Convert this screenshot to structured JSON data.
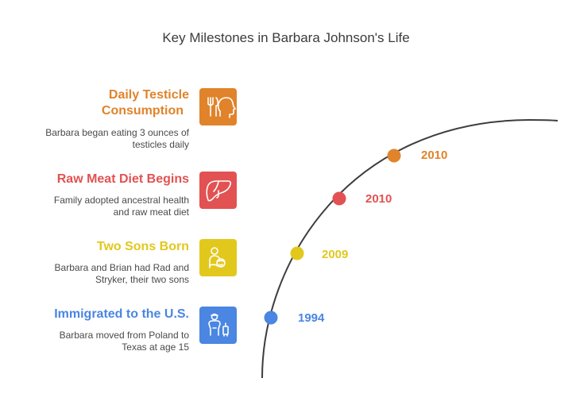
{
  "title": "Key Milestones in Barbara Johnson's Life",
  "colors": {
    "orange": "#e0832a",
    "red": "#e25252",
    "yellow": "#e2c81c",
    "blue": "#4a86e2",
    "arc": "#3d3d3d",
    "text": "#4a4a4a"
  },
  "milestones": [
    {
      "heading": "Daily Testicle Consumption",
      "heading_lines": [
        "Daily Testicle",
        "Consumption"
      ],
      "description_lines": [
        "Barbara began eating 3 ounces of",
        "testicles daily"
      ],
      "year": "2010",
      "color": "#e0832a",
      "icon": "head-fork-knife-icon"
    },
    {
      "heading": "Raw Meat Diet Begins",
      "heading_lines": [
        "Raw Meat Diet Begins"
      ],
      "description_lines": [
        "Family adopted ancestral health",
        "and raw meat diet"
      ],
      "year": "2010",
      "color": "#e25252",
      "icon": "liver-icon"
    },
    {
      "heading": "Two Sons Born",
      "heading_lines": [
        "Two Sons Born"
      ],
      "description_lines": [
        "Barbara and Brian had Rad and",
        "Stryker, their two sons"
      ],
      "year": "2009",
      "color": "#e2c81c",
      "icon": "parent-child-icon"
    },
    {
      "heading": "Immigrated to the U.S.",
      "heading_lines": [
        "Immigrated to the U.S."
      ],
      "description_lines": [
        "Barbara moved from Poland to",
        "Texas at age 15"
      ],
      "year": "1994",
      "color": "#4a86e2",
      "icon": "traveler-luggage-icon"
    }
  ]
}
